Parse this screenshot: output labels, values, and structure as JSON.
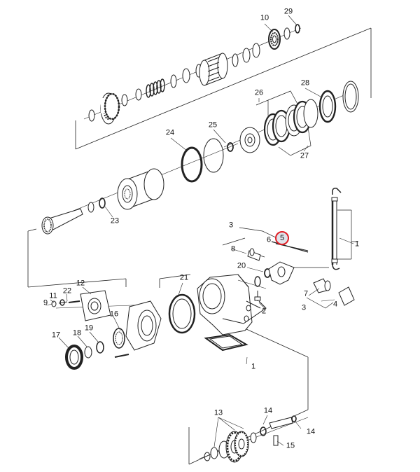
{
  "diagram": {
    "highlight_color": "#e01f26",
    "line_color": "#222222",
    "selected_part": "5",
    "callouts": [
      {
        "id": "c10",
        "label": "10"
      },
      {
        "id": "c29",
        "label": "29"
      },
      {
        "id": "c26",
        "label": "26"
      },
      {
        "id": "c28",
        "label": "28"
      },
      {
        "id": "c27",
        "label": "27"
      },
      {
        "id": "c24",
        "label": "24"
      },
      {
        "id": "c25",
        "label": "25"
      },
      {
        "id": "c23",
        "label": "23"
      },
      {
        "id": "c1a",
        "label": "1"
      },
      {
        "id": "c3a",
        "label": "3"
      },
      {
        "id": "c6",
        "label": "6"
      },
      {
        "id": "c5",
        "label": "5"
      },
      {
        "id": "c8",
        "label": "8"
      },
      {
        "id": "c20",
        "label": "20"
      },
      {
        "id": "c7",
        "label": "7"
      },
      {
        "id": "c4",
        "label": "4"
      },
      {
        "id": "c3b",
        "label": "3"
      },
      {
        "id": "c21",
        "label": "21"
      },
      {
        "id": "c2",
        "label": "2"
      },
      {
        "id": "c12",
        "label": "12"
      },
      {
        "id": "c11",
        "label": "11"
      },
      {
        "id": "c22",
        "label": "22"
      },
      {
        "id": "c9",
        "label": "9"
      },
      {
        "id": "c16",
        "label": "16"
      },
      {
        "id": "c17",
        "label": "17"
      },
      {
        "id": "c18",
        "label": "18"
      },
      {
        "id": "c19",
        "label": "19"
      },
      {
        "id": "c1b",
        "label": "1"
      },
      {
        "id": "c13",
        "label": "13"
      },
      {
        "id": "c14a",
        "label": "14"
      },
      {
        "id": "c14b",
        "label": "14"
      },
      {
        "id": "c15",
        "label": "15"
      }
    ]
  }
}
